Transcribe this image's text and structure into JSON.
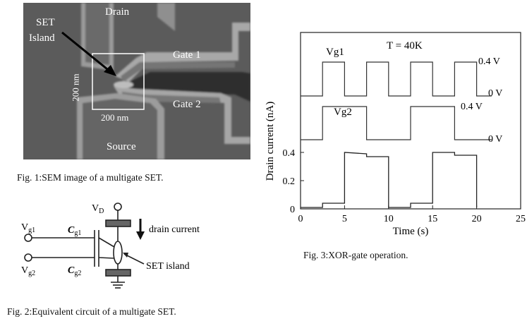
{
  "fig1": {
    "caption": "Fig. 1:SEM image of a multigate SET.",
    "labels": {
      "drain": "Drain",
      "set": "SET",
      "island": "Island",
      "gate1": "Gate 1",
      "gate2": "Gate 2",
      "source": "Source",
      "scale_v": "200 nm",
      "scale_h": "200 nm"
    }
  },
  "fig2": {
    "caption": "Fig. 2:Equivalent circuit of a multigate SET.",
    "labels": {
      "vd_main": "V",
      "vd_sub": "D",
      "vg1_main": "V",
      "vg1_sub": "g1",
      "vg2_main": "V",
      "vg2_sub": "g2",
      "cg1_main": "C",
      "cg1_sub": "g1",
      "cg2_main": "C",
      "cg2_sub": "g2",
      "drain_current": "drain current",
      "set_island": "SET island"
    }
  },
  "fig3": {
    "caption": "Fig. 3:XOR-gate operation.",
    "chart_data": {
      "type": "line",
      "title": "",
      "annotation": "T = 40K",
      "xlabel": "Time (s)",
      "ylabel": "Drain current (nA)",
      "xlim": [
        0,
        25
      ],
      "ylim": [
        0,
        0.5
      ],
      "xticks": [
        "0",
        "5",
        "10",
        "15",
        "20",
        "25"
      ],
      "yticks": [
        "0",
        "0.2",
        "0.4"
      ],
      "traces": [
        {
          "label": "Vg1",
          "high_label": "0.4 V",
          "low_label": "0 V",
          "high_intervals": [
            [
              2.5,
              5
            ],
            [
              7.5,
              10
            ],
            [
              12.5,
              15
            ],
            [
              17.5,
              20
            ]
          ]
        },
        {
          "label": "Vg2",
          "high_label": "0.4 V",
          "low_label": "0 V",
          "high_intervals": [
            [
              2.5,
              7.5
            ],
            [
              12.5,
              17.5
            ]
          ]
        }
      ],
      "series": [
        {
          "x": [
            0,
            2.5,
            2.5,
            5,
            5,
            7.5,
            7.5,
            10,
            10,
            12.5,
            12.5,
            15,
            15,
            17.5,
            17.5,
            20,
            20
          ],
          "y": [
            0.01,
            0.01,
            0.04,
            0.04,
            0.4,
            0.39,
            0.37,
            0.37,
            0.01,
            0.01,
            0.04,
            0.04,
            0.4,
            0.4,
            0.38,
            0.38,
            0.01
          ]
        }
      ]
    }
  }
}
